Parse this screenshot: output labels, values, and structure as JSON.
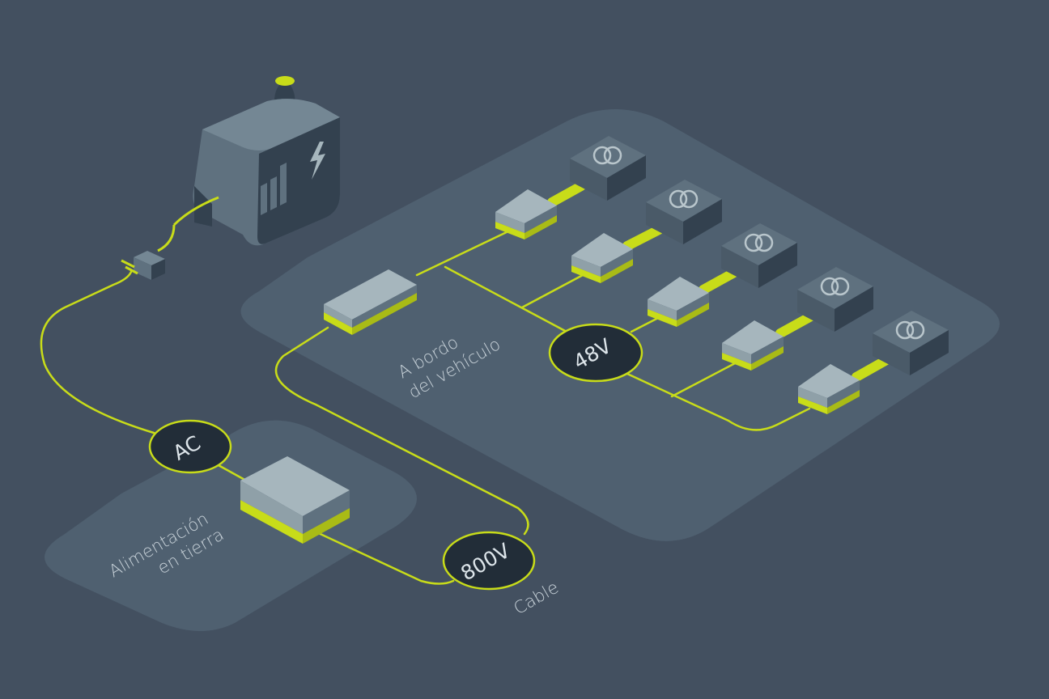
{
  "colors": {
    "background": "#435060",
    "platform": "#4f6070",
    "wire": "#c8dc19",
    "box_top": "#a6b6bd",
    "box_side": "#5f717f",
    "box_dark": "#33414f",
    "badge_fill": "#222d38"
  },
  "regions": {
    "onboard_line1": "A bordo",
    "onboard_line2": "del vehículo",
    "ground_line1": "Alimentación",
    "ground_line2": "en tierra",
    "cable": "Cable"
  },
  "badges": {
    "ac": "AC",
    "hv": "800V",
    "lv": "48V"
  },
  "icons": {
    "generator": "generator-icon",
    "plug": "plug-icon",
    "lightning": "lightning-icon",
    "bar_chart": "bar-chart-icon",
    "load": "coil-icon"
  }
}
